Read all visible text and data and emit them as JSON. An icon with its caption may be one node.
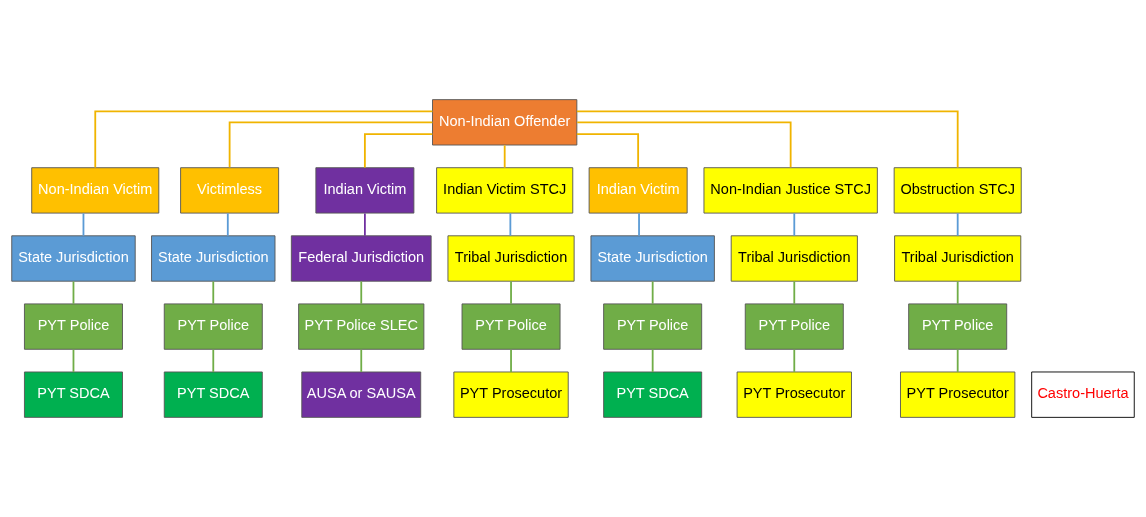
{
  "diagram": {
    "nodes": [
      {
        "text": [
          "Non-Indian Offender"
        ]
      },
      {
        "text": [
          "Non-Indian Victim"
        ]
      },
      {
        "text": [
          "Victimless"
        ]
      },
      {
        "text": [
          "Indian Victim"
        ]
      },
      {
        "text": [
          "Indian Victim STCJ"
        ]
      },
      {
        "text": [
          "Indian Victim"
        ]
      },
      {
        "text": [
          "Non-Indian Justice STCJ"
        ]
      },
      {
        "text": [
          "Obstruction STCJ"
        ]
      },
      {
        "text": [
          "State Jurisdiction"
        ]
      },
      {
        "text": [
          "State Jurisdiction"
        ]
      },
      {
        "text": [
          "Federal Jurisdiction"
        ]
      },
      {
        "text": [
          "Tribal Jurisdiction"
        ]
      },
      {
        "text": [
          "State Jurisdiction"
        ]
      },
      {
        "text": [
          "Tribal Jurisdiction"
        ]
      },
      {
        "text": [
          "Tribal Jurisdiction"
        ]
      },
      {
        "text": [
          "PYT Police"
        ]
      },
      {
        "text": [
          "PYT Police"
        ]
      },
      {
        "text": [
          "PYT Police SLEC"
        ]
      },
      {
        "text": [
          "PYT Police"
        ]
      },
      {
        "text": [
          "PYT Police"
        ]
      },
      {
        "text": [
          "PYT Police"
        ]
      },
      {
        "text": [
          "PYT Police"
        ]
      },
      {
        "text": [
          "PYT SDCA"
        ]
      },
      {
        "text": [
          "PYT SDCA"
        ]
      },
      {
        "text": [
          "AUSA or SAUSA"
        ]
      },
      {
        "text": [
          "PYT Prosecutor"
        ]
      },
      {
        "text": [
          "PYT SDCA"
        ]
      },
      {
        "text": [
          "PYT Prosecutor"
        ]
      },
      {
        "text": [
          "PYT Prosecutor"
        ]
      },
      {
        "text": [
          "Castro-Huerta"
        ]
      }
    ],
    "edges": [
      {
        "from": 0,
        "to": 1,
        "arrow": "none",
        "color": "#f0b400"
      },
      {
        "from": 0,
        "to": 2,
        "arrow": "none",
        "color": "#f0b400"
      },
      {
        "from": 0,
        "to": 3,
        "arrow": "none",
        "color": "#f0b400"
      },
      {
        "from": 0,
        "to": 4,
        "arrow": "none",
        "color": "#f0b400"
      },
      {
        "from": 0,
        "to": 5,
        "arrow": "none",
        "color": "#f0b400"
      },
      {
        "from": 0,
        "to": 6,
        "arrow": "none",
        "color": "#f0b400"
      },
      {
        "from": 0,
        "to": 7,
        "arrow": "none",
        "color": "#f0b400"
      },
      {
        "from": 1,
        "to": 8,
        "arrow": "none",
        "color": "#5b9bd5"
      },
      {
        "from": 2,
        "to": 9,
        "arrow": "none",
        "color": "#5b9bd5"
      },
      {
        "from": 3,
        "to": 10,
        "arrow": "none",
        "color": "#7030a0"
      },
      {
        "from": 4,
        "to": 11,
        "arrow": "none",
        "color": "#5b9bd5"
      },
      {
        "from": 5,
        "to": 12,
        "arrow": "none",
        "color": "#5b9bd5"
      },
      {
        "from": 6,
        "to": 13,
        "arrow": "none",
        "color": "#5b9bd5"
      },
      {
        "from": 7,
        "to": 14,
        "arrow": "none",
        "color": "#5b9bd5"
      },
      {
        "from": 8,
        "to": 15,
        "arrow": "none"
      },
      {
        "from": 9,
        "to": 16,
        "arrow": "none"
      },
      {
        "from": 10,
        "to": 17,
        "arrow": "none"
      },
      {
        "from": 11,
        "to": 18,
        "arrow": "none"
      },
      {
        "from": 12,
        "to": 19,
        "arrow": "none"
      },
      {
        "from": 13,
        "to": 20,
        "arrow": "none"
      },
      {
        "from": 14,
        "to": 21,
        "arrow": "none"
      },
      {
        "from": 15,
        "to": 22,
        "arrow": "none"
      },
      {
        "from": 16,
        "to": 23,
        "arrow": "none"
      },
      {
        "from": 17,
        "to": 24,
        "arrow": "none"
      },
      {
        "from": 18,
        "to": 25,
        "arrow": "none"
      },
      {
        "from": 19,
        "to": 26,
        "arrow": "none"
      },
      {
        "from": 20,
        "to": 27,
        "arrow": "none"
      },
      {
        "from": 21,
        "to": 28,
        "arrow": "none"
      }
    ]
  }
}
